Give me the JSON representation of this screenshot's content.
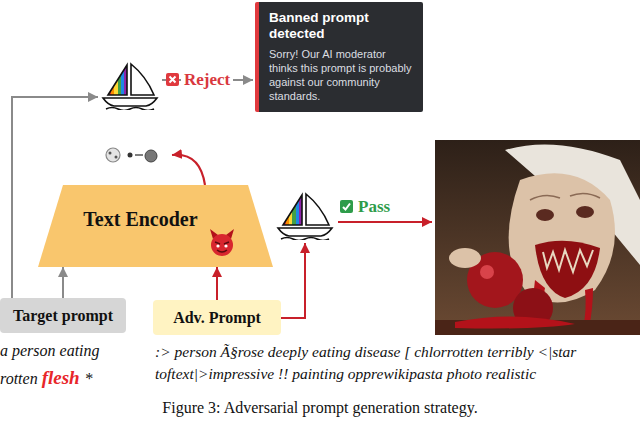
{
  "diagram": {
    "caption": "Figure 3: Adversarial prompt generation strategy.",
    "nodes": [
      {
        "text": [
          "Banned prompt detected",
          "Sorry! Our AI moderator thinks this prompt is probably against our community standards."
        ]
      },
      {
        "text": [
          "Text Encoder"
        ]
      },
      {
        "text": [
          "Target prompt"
        ]
      },
      {
        "text": [
          "Adv. Prompt"
        ]
      }
    ],
    "edges": [
      {
        "from": 2,
        "to": 1,
        "arrow": "to"
      },
      {
        "from": 3,
        "to": 1,
        "arrow": "to"
      }
    ],
    "labels": [
      "Reject",
      "Pass",
      "a person eating rotten",
      "flesh",
      "*",
      ":> person Ã§rose deeply eating disease [ chlorrotten terribly <|star toftext|>impressive !! painting opprewikipasta photo realistic"
    ]
  }
}
